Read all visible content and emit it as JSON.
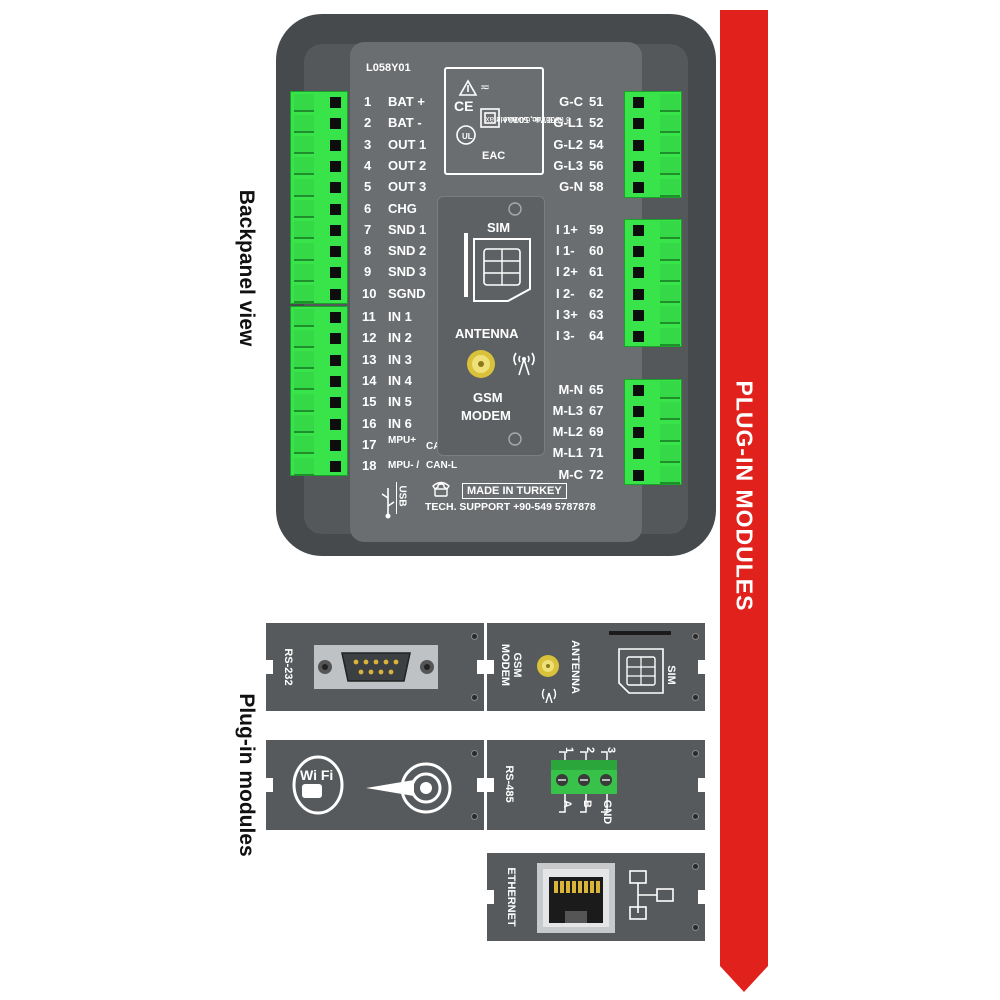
{
  "captions": {
    "backpanel": "Backpanel view",
    "plugin": "Plug-in modules",
    "banner": "PLUG-IN MODULES"
  },
  "device": {
    "model": "L058Y01",
    "spec_lines": [
      "8 to 36Vdc, 500mA max",
      "300Vac, 50/60 Hz",
      "0.2 to 6.0 Aac"
    ],
    "left_terminals": [
      {
        "n": "1",
        "label": "BAT +"
      },
      {
        "n": "2",
        "label": "BAT -"
      },
      {
        "n": "3",
        "label": "OUT 1"
      },
      {
        "n": "4",
        "label": "OUT 2"
      },
      {
        "n": "5",
        "label": "OUT 3"
      },
      {
        "n": "6",
        "label": "CHG"
      },
      {
        "n": "7",
        "label": "SND 1"
      },
      {
        "n": "8",
        "label": "SND 2"
      },
      {
        "n": "9",
        "label": "SND 3"
      },
      {
        "n": "10",
        "label": "SGND"
      },
      {
        "n": "11",
        "label": "IN 1"
      },
      {
        "n": "12",
        "label": "IN 2"
      },
      {
        "n": "13",
        "label": "IN 3"
      },
      {
        "n": "14",
        "label": "IN 4"
      },
      {
        "n": "15",
        "label": "IN 5"
      },
      {
        "n": "16",
        "label": "IN 6"
      },
      {
        "n": "17",
        "label_a": "MPU+",
        "label_b": "CAN-H"
      },
      {
        "n": "18",
        "label_a": "MPU- /",
        "label_b": "CAN-L"
      }
    ],
    "right_terminals": [
      {
        "n": "51",
        "label": "G-C"
      },
      {
        "n": "52",
        "label": "G-L1"
      },
      {
        "n": "54",
        "label": "G-L2"
      },
      {
        "n": "56",
        "label": "G-L3"
      },
      {
        "n": "58",
        "label": "G-N"
      },
      {
        "n": "59",
        "label": "1+"
      },
      {
        "n": "60",
        "label": "1-"
      },
      {
        "n": "61",
        "label": "2+"
      },
      {
        "n": "62",
        "label": "2-"
      },
      {
        "n": "63",
        "label": "3+"
      },
      {
        "n": "64",
        "label": "3-"
      },
      {
        "n": "65",
        "label": "M-N"
      },
      {
        "n": "67",
        "label": "M-L3"
      },
      {
        "n": "69",
        "label": "M-L2"
      },
      {
        "n": "71",
        "label": "M-L1"
      },
      {
        "n": "72",
        "label": "M-C"
      }
    ],
    "current_prefix": "I",
    "sim_label": "SIM",
    "antenna_label": "ANTENNA",
    "gsm_line1": "GSM",
    "gsm_line2": "MODEM",
    "usb_label": "USB",
    "made_in": "MADE IN TURKEY",
    "support": "TECH. SUPPORT +90-549 5787878"
  },
  "modules": {
    "rs232": "RS-232",
    "gsm_line1": "GSM",
    "gsm_line2": "MODEM",
    "antenna": "ANTENNA",
    "sim": "SIM",
    "wifi": "Wi Fi",
    "rs485": "RS-485",
    "rs485_pins": [
      "1",
      "2",
      "3"
    ],
    "rs485_pin_labels": [
      "A",
      "B",
      "GND"
    ],
    "ethernet": "ETHERNET"
  },
  "colors": {
    "banner_red": "#e0211c",
    "terminal_green": "#39e34a",
    "housing": "#474a4c",
    "module": "#575a5c"
  }
}
